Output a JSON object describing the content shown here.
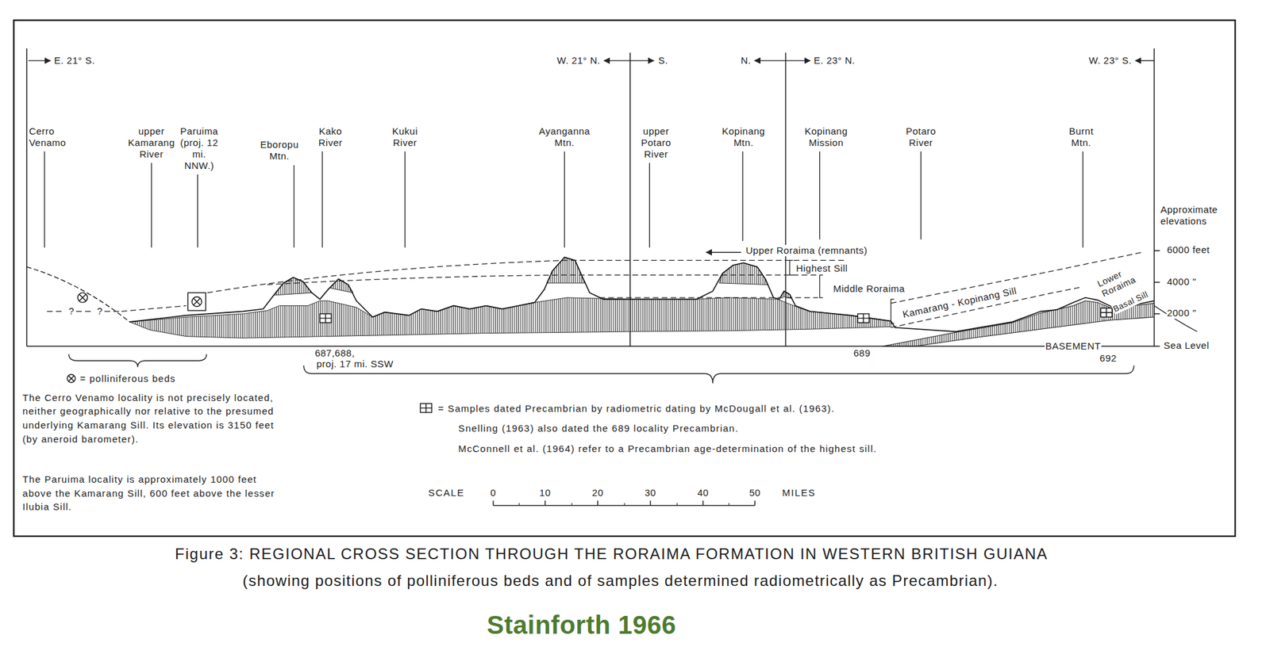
{
  "diagram": {
    "caption": "Figure 3: REGIONAL CROSS SECTION THROUGH THE RORAIMA FORMATION IN WESTERN BRITISH GUIANA",
    "labels": [
      "E. 21° S.",
      "W. 21° N.",
      "S.",
      "N.",
      "E. 23° N.",
      "W. 23° S.",
      "Cerro Venamo",
      "upper Kamarang River",
      "Paruima (proj. 12 mi. NNW.)",
      "Eboropu Mtn.",
      "Kako River",
      "Kukui River",
      "Ayanganna Mtn.",
      "upper Potaro River",
      "Kopinang Mtn.",
      "Kopinang Mission",
      "Potaro River",
      "Burnt Mtn.",
      "Approximate elevations",
      "6000 feet",
      "4000 \"",
      "2000 \"",
      "Sea Level",
      "Upper Roraima (remnants)",
      "Highest Sill",
      "Middle Roraima",
      "Kamarang - Kopinang Sill",
      "Lower Roraima",
      "Basal Sill",
      "BASEMENT",
      "?",
      "?",
      "687,688,",
      "proj. 17 mi. SSW",
      "689",
      "692",
      "The Cerro Venamo locality is not precisely located, neither geographically nor relative to the presumed underlying Kamarang Sill. Its elevation is 3150 feet (by aneroid barometer).",
      "The Paruima locality is approximately 1000 feet above the Kamarang Sill, 600 feet above the lesser Ilubia Sill.",
      "Snelling (1963) also dated the 689 locality Precambrian.",
      "McConnell et al. (1964) refer to a Precambrian age-determination of the highest sill.",
      "SCALE",
      "0",
      "10",
      "20",
      "30",
      "40",
      "50",
      "MILES",
      "(showing positions of polliniferous beds and of samples determined radiometrically as Precambrian).",
      "Stainforth 1966"
    ],
    "legend": [
      {
        "text": "= polliniferous beds"
      },
      {
        "text": "= Samples dated Precambrian by radiometric dating by McDougall et al. (1963)."
      }
    ]
  }
}
